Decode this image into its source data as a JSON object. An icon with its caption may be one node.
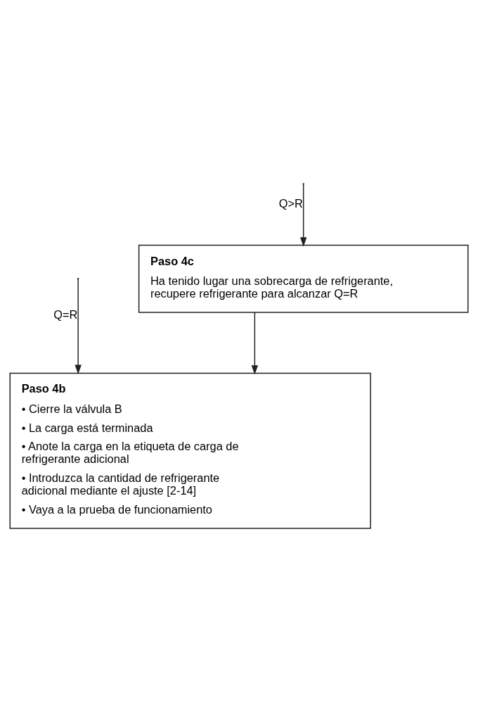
{
  "diagram": {
    "nodes": [
      {
        "text": [
          "Paso 4c",
          "Ha tenido lugar una sobrecarga de refrigerante, recupere refrigerante para alcanzar Q=R"
        ]
      },
      {
        "text": [
          "Paso 4b",
          "• Cierre la válvula B",
          "• La carga está terminada",
          "• Anote la carga en la etiqueta de carga de refrigerante adicional",
          "• Introduzca la cantidad de refrigerante adicional mediante el ajuste [2-14]",
          "• Vaya a la prueba de funcionamiento"
        ]
      }
    ],
    "edges": [
      {
        "from": null,
        "to": 1,
        "arrow": "to",
        "label": "Q=R"
      },
      {
        "from": null,
        "to": 0,
        "arrow": "to",
        "label": "Q>R"
      },
      {
        "from": 0,
        "to": 1,
        "arrow": "to"
      }
    ]
  }
}
